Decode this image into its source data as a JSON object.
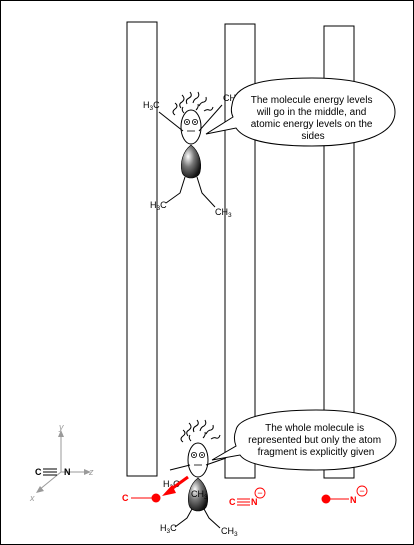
{
  "bubbles": {
    "top": {
      "lines": [
        "The molecule energy levels",
        "will go in the middle, and",
        "atomic energy levels on the",
        "sides"
      ]
    },
    "bottom": {
      "lines": [
        "The whole molecule is",
        "represented but only the atom",
        "fragment is explicitly given"
      ]
    }
  },
  "labels": {
    "ch3": "CH",
    "h3c": "H",
    "c": "C",
    "three": "3",
    "n": "N",
    "minus": "−"
  },
  "axes": {
    "x": "x",
    "y": "y",
    "z": "z"
  },
  "colors": {
    "accent": "#ff0000",
    "column": "#000000",
    "axis": "#9a9a9a"
  }
}
